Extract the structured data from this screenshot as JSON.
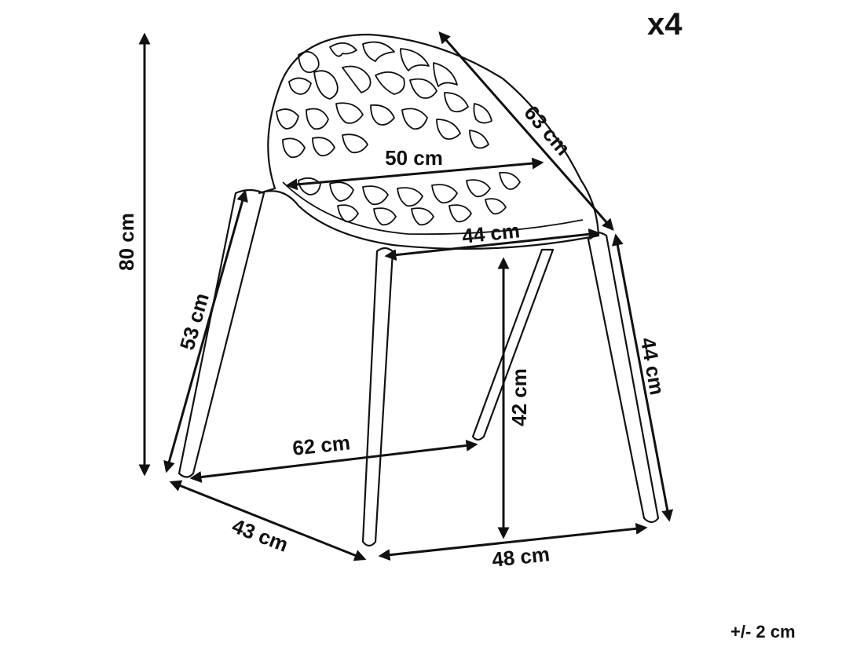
{
  "quantity": "x4",
  "tolerance": "+/- 2 cm",
  "dimensions": {
    "total_height": "80 cm",
    "back_diagonal": "63 cm",
    "back_width": "50 cm",
    "seat_width": "44 cm",
    "front_leg_length": "53 cm",
    "seat_height": "42 cm",
    "rear_leg_length": "44 cm",
    "base_diagonal": "62 cm",
    "base_depth": "43 cm",
    "base_width": "48 cm"
  },
  "colors": {
    "line": "#111111",
    "background": "#ffffff"
  }
}
